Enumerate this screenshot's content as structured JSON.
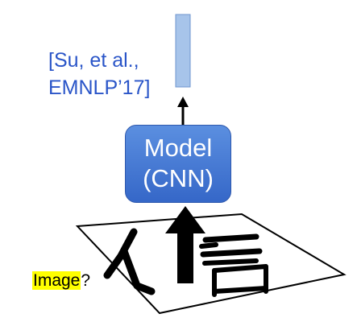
{
  "citation": {
    "line1": "[Su, et al.,",
    "line2": "EMNLP’17]"
  },
  "model": {
    "line1": "Model",
    "line2": "(CNN)"
  },
  "input": {
    "label": "Image",
    "suffix": "?"
  },
  "colors": {
    "citation_text": "#2a55c8",
    "model_fill": "#4a7bd8",
    "output_vector": "#a7c4ea",
    "highlight": "#ffff00"
  }
}
